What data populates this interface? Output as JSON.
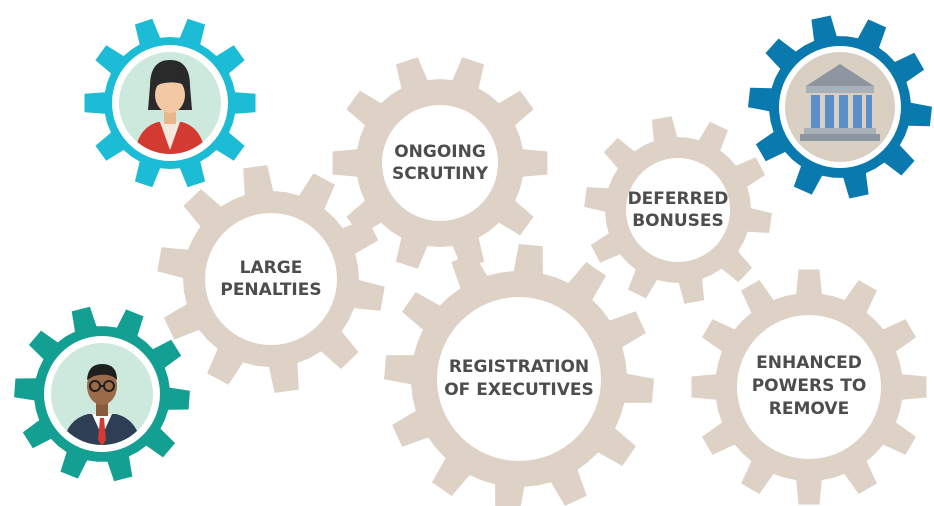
{
  "colors": {
    "beige_gear": "#ddd2c5",
    "cyan_gear": "#1dbcd6",
    "teal_gear": "#13a092",
    "blue_gear": "#0a79ad",
    "label_text": "#4d4d4d"
  },
  "gears": {
    "ongoing_scrutiny": {
      "line1": "ONGOING",
      "line2": "SCRUTINY"
    },
    "deferred_bonuses": {
      "line1": "DEFERRED",
      "line2": "BONUSES"
    },
    "large_penalties": {
      "line1": "LARGE",
      "line2": "PENALTIES"
    },
    "registration_of_executives": {
      "line1": "REGISTRATION",
      "line2": "OF EXECUTIVES"
    },
    "enhanced_powers": {
      "line1": "ENHANCED",
      "line2": "POWERS TO",
      "line3": "REMOVE"
    }
  },
  "icons": {
    "woman": "businesswoman-icon",
    "man": "businessman-icon",
    "bank": "bank-building-icon"
  }
}
